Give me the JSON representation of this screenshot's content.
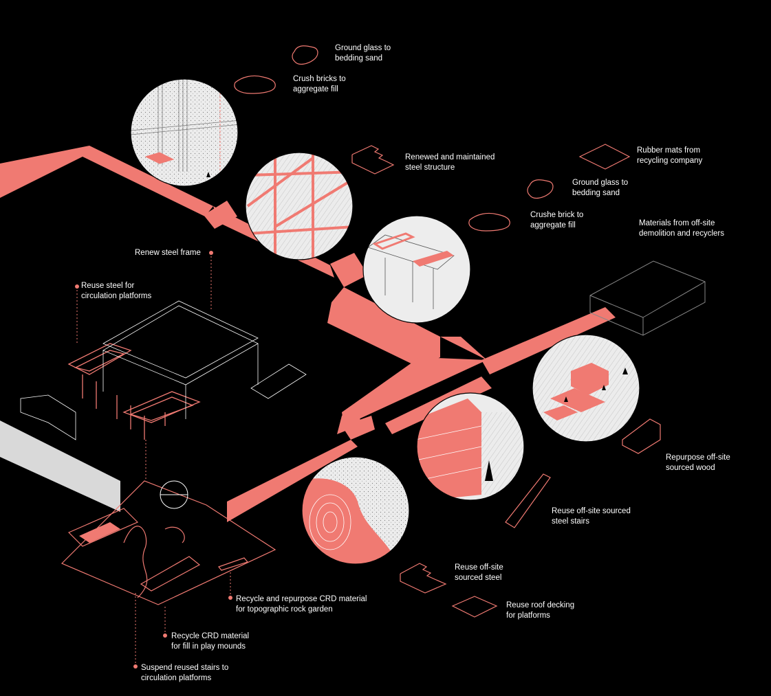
{
  "colors": {
    "background": "#000000",
    "accent": "#f07a72",
    "circle_fill": "#e8e8e8",
    "line": "#ffffff",
    "gray_band": "#d9d9d9"
  },
  "labels": {
    "ground_glass_1": [
      "Ground glass to",
      "bedding sand"
    ],
    "crush_bricks_1": [
      "Crush bricks to",
      "aggregate fill"
    ],
    "steel_structure": [
      "Renewed and maintained",
      "steel structure"
    ],
    "rubber_mats": [
      "Rubber mats from",
      "recycling company"
    ],
    "ground_glass_2": [
      "Ground glass to",
      "bedding sand"
    ],
    "crush_brick_2": [
      "Crushe brick to",
      "aggregate fill"
    ],
    "offsite_materials": [
      "Materials from off-site",
      "demolition and recyclers"
    ],
    "renew_frame": [
      "Renew steel frame"
    ],
    "reuse_steel_platforms": [
      "Reuse steel for",
      "circulation platforms"
    ],
    "repurpose_wood": [
      "Repurpose off-site",
      "sourced wood"
    ],
    "reuse_stairs": [
      "Reuse off-site sourced",
      "steel stairs"
    ],
    "reuse_steel": [
      "Reuse off-site",
      "sourced steel"
    ],
    "reuse_decking": [
      "Reuse roof decking",
      "for platforms"
    ],
    "rock_garden": [
      "Recycle and repurpose CRD material",
      "for topographic rock garden"
    ],
    "play_mounds": [
      "Recycle CRD material",
      "for fill in play mounds"
    ],
    "suspend_stairs": [
      "Suspend reused stairs to",
      "circulation platforms"
    ]
  }
}
